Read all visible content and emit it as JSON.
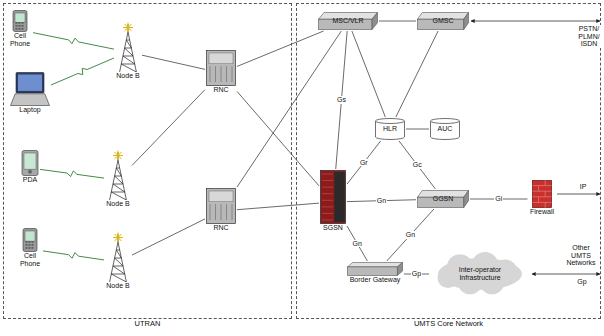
{
  "diagram": {
    "nodes": [
      {
        "text": [
          "UTRAN"
        ]
      },
      {
        "text": [
          "UMTS Core Network"
        ]
      },
      {
        "text": [
          "Cell Phone"
        ],
        "in": 0
      },
      {
        "text": [
          "Laptop"
        ],
        "in": 0
      },
      {
        "text": [
          "PDA"
        ],
        "in": 0
      },
      {
        "text": [
          "Cell Phone"
        ],
        "in": 0
      },
      {
        "text": [
          "Node B"
        ],
        "in": 0
      },
      {
        "text": [
          "Node B"
        ],
        "in": 0
      },
      {
        "text": [
          "Node B"
        ],
        "in": 0
      },
      {
        "text": [
          "RNC"
        ],
        "in": 0
      },
      {
        "text": [
          "RNC"
        ],
        "in": 0
      },
      {
        "text": [
          "MSC/VLR"
        ],
        "in": 1
      },
      {
        "text": [
          "GMSC"
        ],
        "in": 1
      },
      {
        "text": [
          "HLR"
        ],
        "in": 1
      },
      {
        "text": [
          "AUC"
        ],
        "in": 1
      },
      {
        "text": [
          "SGSN"
        ],
        "in": 1
      },
      {
        "text": [
          "GGSN"
        ],
        "in": 1
      },
      {
        "text": [
          "Firewall"
        ],
        "in": 1
      },
      {
        "text": [
          "Border Gateway"
        ],
        "in": 1
      },
      {
        "text": [
          "Inter-operator Infrastructure"
        ],
        "in": 1
      }
    ],
    "edges": [
      {
        "from": 2,
        "to": 6,
        "arrow": "none"
      },
      {
        "from": 3,
        "to": 6,
        "arrow": "none"
      },
      {
        "from": 4,
        "to": 7,
        "arrow": "none"
      },
      {
        "from": 5,
        "to": 8,
        "arrow": "none"
      },
      {
        "from": 6,
        "to": 9,
        "arrow": "none"
      },
      {
        "from": 7,
        "to": 9,
        "arrow": "none"
      },
      {
        "from": 8,
        "to": 10,
        "arrow": "none"
      },
      {
        "from": 9,
        "to": 11,
        "arrow": "none"
      },
      {
        "from": 9,
        "to": 15,
        "arrow": "none"
      },
      {
        "from": 10,
        "to": 11,
        "arrow": "none"
      },
      {
        "from": 10,
        "to": 15,
        "arrow": "none"
      },
      {
        "from": 11,
        "to": 12,
        "arrow": "none"
      },
      {
        "from": 11,
        "to": 13,
        "arrow": "none"
      },
      {
        "from": 11,
        "to": 15,
        "label": "Gs",
        "arrow": "none"
      },
      {
        "from": 12,
        "to": 13,
        "arrow": "none"
      },
      {
        "from": 13,
        "to": 14,
        "arrow": "none"
      },
      {
        "from": 15,
        "to": 13,
        "label": "Gr",
        "arrow": "none"
      },
      {
        "from": 13,
        "to": 16,
        "label": "Gc",
        "arrow": "none"
      },
      {
        "from": 15,
        "to": 16,
        "label": "Gn",
        "arrow": "none"
      },
      {
        "from": 16,
        "to": 17,
        "label": "Gi",
        "arrow": "none"
      },
      {
        "from": 15,
        "to": 18,
        "label": "Gn",
        "arrow": "none"
      },
      {
        "from": 18,
        "to": 16,
        "label": "Gn",
        "arrow": "none"
      },
      {
        "from": 18,
        "to": 19,
        "label": "Gp",
        "arrow": "none"
      }
    ],
    "labels": [
      "PSTN/ PLMN/ ISDN",
      "IP",
      "Other UMTS Networks",
      "Gp"
    ]
  }
}
